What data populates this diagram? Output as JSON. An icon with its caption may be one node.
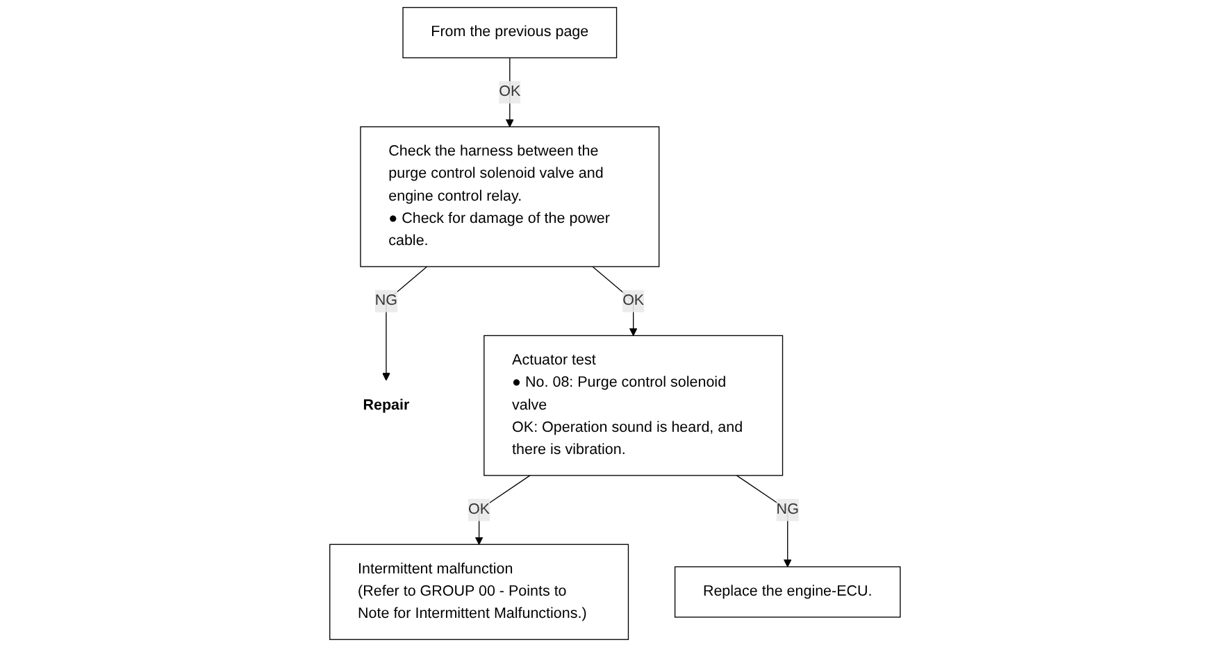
{
  "diagram": {
    "nodes": [
      {
        "text": [
          "From the previous page"
        ]
      },
      {
        "text": [
          "Check the harness between the purge control solenoid valve and engine control relay.",
          "● Check for damage of the power cable."
        ]
      },
      {
        "text": [
          "Repair"
        ]
      },
      {
        "text": [
          "Actuator test",
          "● No. 08: Purge control solenoid valve",
          "OK: Operation sound is heard, and there is vibration."
        ]
      },
      {
        "text": [
          "Intermittent malfunction",
          "(Refer to GROUP 00 - Points to Note for Intermittent Malfunctions.)"
        ]
      },
      {
        "text": [
          "Replace the engine-ECU."
        ]
      }
    ],
    "edges": [
      {
        "from": 0,
        "to": 1,
        "label": "OK",
        "arrow": "to"
      },
      {
        "from": 1,
        "to": 2,
        "label": "NG",
        "arrow": "to"
      },
      {
        "from": 1,
        "to": 3,
        "label": "OK",
        "arrow": "to"
      },
      {
        "from": 3,
        "to": 4,
        "label": "OK",
        "arrow": "to"
      },
      {
        "from": 3,
        "to": 5,
        "label": "NG",
        "arrow": "to"
      }
    ]
  }
}
